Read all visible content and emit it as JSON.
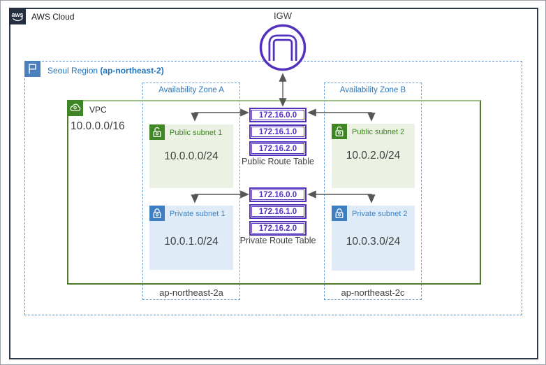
{
  "aws_cloud": {
    "label": "AWS Cloud",
    "logo": "aws"
  },
  "region": {
    "label": "Seoul Region ",
    "code": "(ap-northeast-2)"
  },
  "igw": {
    "label": "IGW"
  },
  "vpc": {
    "label": "VPC",
    "cidr": "10.0.0.0/16"
  },
  "zones": [
    {
      "label": "Availability Zone A",
      "code": "ap-northeast-2a"
    },
    {
      "label": "Availability Zone B",
      "code": "ap-northeast-2c"
    }
  ],
  "subnets": [
    {
      "name": "Public subnet 1",
      "cidr": "10.0.0.0/24",
      "type": "public"
    },
    {
      "name": "Public subnet 2",
      "cidr": "10.0.2.0/24",
      "type": "public"
    },
    {
      "name": "Private subnet 1",
      "cidr": "10.0.1.0/24",
      "type": "private"
    },
    {
      "name": "Private subnet 2",
      "cidr": "10.0.3.0/24",
      "type": "private"
    }
  ],
  "route_tables": [
    {
      "label": "Public Route Table",
      "entries": [
        "172.16.0.0",
        "172.16.1.0",
        "172.16.2.0"
      ]
    },
    {
      "label": "Private Route Table",
      "entries": [
        "172.16.0.0",
        "172.16.1.0",
        "172.16.2.0"
      ]
    }
  ],
  "colors": {
    "purple": "#5431BD",
    "green": "#3F8624",
    "subnet_blue": "#3E7FC4",
    "region_blue": "#1F72BA",
    "dark_navy": "#232F3E",
    "arrow_gray": "#565656",
    "public_bg": "#EBF2E3",
    "private_bg": "#DFECF8"
  }
}
